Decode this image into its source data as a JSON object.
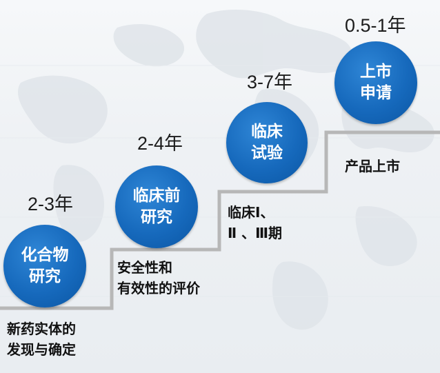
{
  "stages": [
    {
      "duration": "2-3年",
      "name": "化合物\n研究",
      "description": "新药实体的\n发现与确定"
    },
    {
      "duration": "2-4年",
      "name": "临床前\n研究",
      "description": "安全性和\n有效性的评价"
    },
    {
      "duration": "3-7年",
      "name": "临床\n试验",
      "description": "临床Ⅰ、\n  Ⅱ 、Ⅲ期"
    },
    {
      "duration": "0.5-1年",
      "name": "上市\n申请",
      "description": "产品上市"
    }
  ],
  "colors": {
    "circle": "#1669bc",
    "step_line": "#b3b3b3",
    "text": "#111111"
  }
}
